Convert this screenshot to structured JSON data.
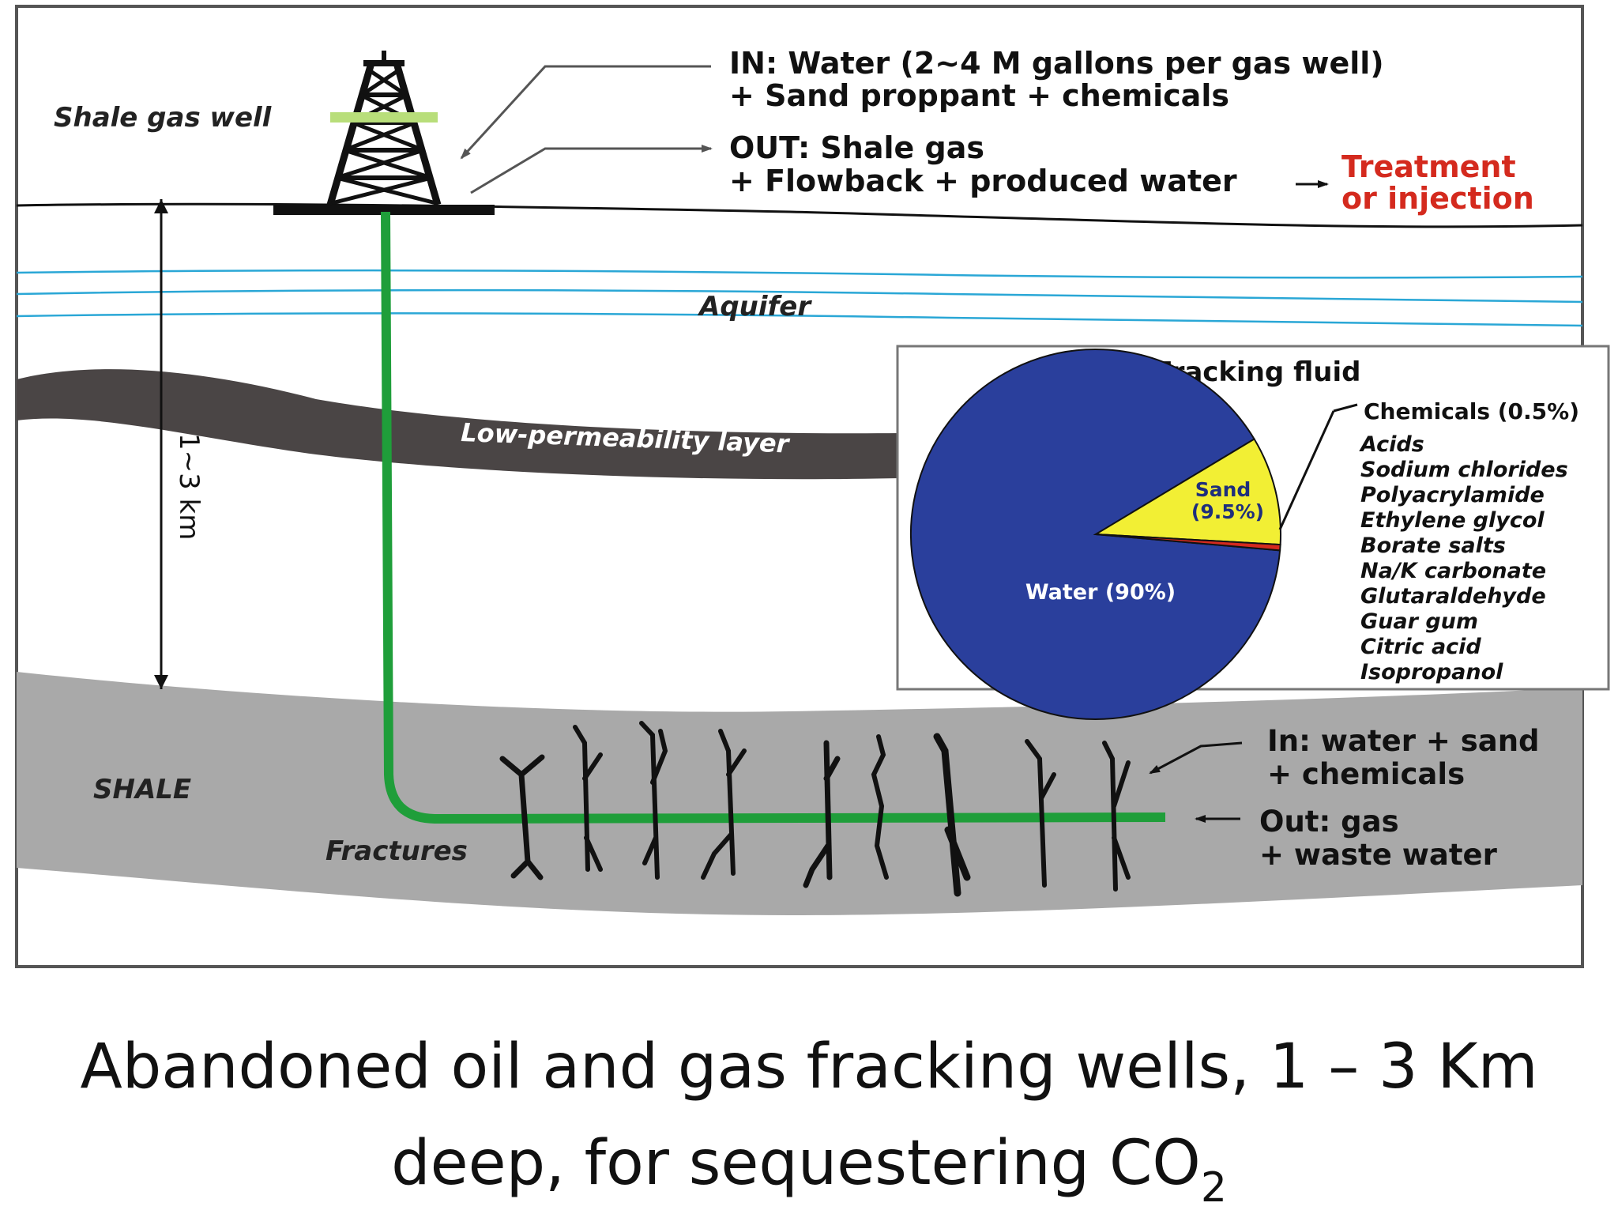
{
  "diagram": {
    "well_label": "Shale gas well",
    "in_top": {
      "line1": "IN: Water (2~4 M gallons per gas well)",
      "line2": "+ Sand proppant + chemicals"
    },
    "out_top": {
      "line1": "OUT: Shale gas",
      "line2": "+ Flowback + produced water"
    },
    "treatment": {
      "line1": "Treatment",
      "line2": "or injection"
    },
    "depth_label": "1~3 km",
    "aquifer_label": "Aquifer",
    "lowperm_label": "Low-permeability layer",
    "shale_label": "SHALE",
    "fractures_label": "Fractures",
    "in_bottom": {
      "line1": "In: water + sand",
      "line2": "+ chemicals"
    },
    "out_bottom": {
      "line1": "Out: gas",
      "line2": "+ waste water"
    },
    "colors": {
      "pipe": "#1f9e3a",
      "shale": "#a9a9a9",
      "low_permeability": "#4a4545",
      "aquifer": "#2aa7d6",
      "water_slice": "#2a3f9c",
      "sand_slice": "#f2ef34",
      "highlight_bar": "#b8de7a",
      "accent_red": "#d42a1e"
    }
  },
  "inset": {
    "title": "Fracking fluid",
    "chemicals_header": "Chemicals (0.5%)",
    "chemicals": [
      "Acids",
      "Sodium chlorides",
      "Polyacrylamide",
      "Ethylene glycol",
      "Borate salts",
      "Na/K carbonate",
      "Glutaraldehyde",
      "Guar gum",
      "Citric acid",
      "Isopropanol"
    ]
  },
  "chart_data": {
    "type": "pie",
    "title": "Fracking fluid",
    "categories": [
      "Water (90%)",
      "Sand (9.5%)",
      "Chemicals (0.5%)"
    ],
    "values": [
      90,
      9.5,
      0.5
    ]
  },
  "caption": {
    "line1": "Abandoned oil and gas fracking wells, 1 – 3 Km",
    "line2_main": "deep, for sequestering CO",
    "line2_sub": "2"
  }
}
